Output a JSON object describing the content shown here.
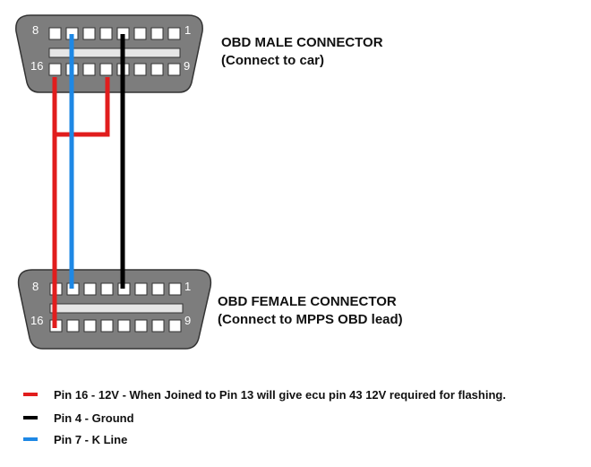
{
  "male_connector": {
    "title": "OBD MALE CONNECTOR",
    "subtitle": "(Connect to car)",
    "pin_labels": {
      "top_left": "8",
      "top_right": "1",
      "bottom_left": "16",
      "bottom_right": "9"
    }
  },
  "female_connector": {
    "title": "OBD FEMALE CONNECTOR",
    "subtitle": "(Connect to MPPS OBD lead)",
    "pin_labels": {
      "top_left": "8",
      "top_right": "1",
      "bottom_left": "16",
      "bottom_right": "9"
    }
  },
  "wires": [
    {
      "name": "pin-16",
      "color": "#e11d1d"
    },
    {
      "name": "pin-4",
      "color": "#000000"
    },
    {
      "name": "pin-7",
      "color": "#1e88e5"
    }
  ],
  "legend": [
    {
      "color": "#e11d1d",
      "text": "Pin 16 - 12V  - When Joined to Pin 13 will give ecu pin 43 12V required for flashing."
    },
    {
      "color": "#000000",
      "text": "Pin 4 -  Ground"
    },
    {
      "color": "#1e88e5",
      "text": "Pin 7 - K Line"
    }
  ]
}
